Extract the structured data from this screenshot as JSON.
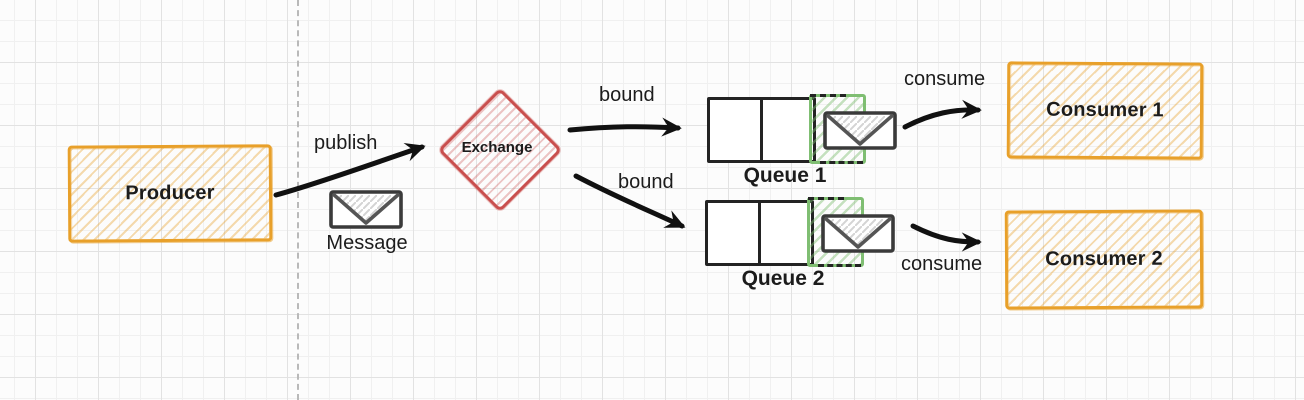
{
  "diagram": {
    "type": "message-broker-flow",
    "colors": {
      "producer_consumer_border": "#E8A02A",
      "exchange_border": "#C94F4E",
      "queue_ready_border": "#7FBE72",
      "queue_cell_border": "#232323",
      "arrow": "#111111",
      "text": "#1c1c1c",
      "grid_minor": "#f0f0f0",
      "grid_major": "#e2e2e2"
    },
    "nodes": {
      "producer": {
        "label": "Producer"
      },
      "message": {
        "label": "Message",
        "icon": "envelope-icon"
      },
      "exchange": {
        "label": "Exchange"
      },
      "queue1": {
        "label": "Queue 1",
        "icon": "envelope-icon"
      },
      "queue2": {
        "label": "Queue 2",
        "icon": "envelope-icon"
      },
      "consumer1": {
        "label": "Consumer 1"
      },
      "consumer2": {
        "label": "Consumer 2"
      }
    },
    "edges": {
      "publish": {
        "label": "publish",
        "from": "producer",
        "to": "exchange"
      },
      "bound1": {
        "label": "bound",
        "from": "exchange",
        "to": "queue1"
      },
      "bound2": {
        "label": "bound",
        "from": "exchange",
        "to": "queue2"
      },
      "consume1": {
        "label": "consume",
        "from": "queue1",
        "to": "consumer1"
      },
      "consume2": {
        "label": "consume",
        "from": "queue2",
        "to": "consumer2"
      }
    }
  }
}
